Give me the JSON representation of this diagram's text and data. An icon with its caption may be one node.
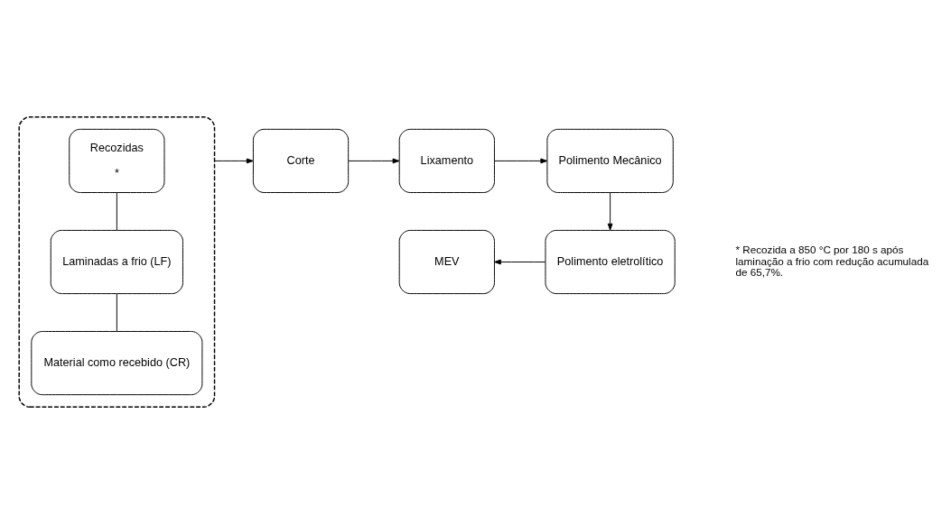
{
  "diagram": {
    "nodes": [
      {
        "text": [],
        "shape": "box"
      },
      {
        "text": [
          "Material como recebido (CR)"
        ],
        "in": 0
      },
      {
        "text": [
          "Laminadas a frio (LF)"
        ],
        "in": 0
      },
      {
        "text": [
          "Recozidas",
          "*"
        ],
        "in": 0
      },
      {
        "text": [
          "Corte"
        ]
      },
      {
        "text": [
          "Lixamento"
        ]
      },
      {
        "text": [
          "Polimento Mecânico"
        ]
      },
      {
        "text": [
          "MEV"
        ]
      },
      {
        "text": [
          "Polimento eletrolítico"
        ]
      }
    ],
    "edges": [
      {
        "from": 1,
        "to": 2,
        "arrow": "none"
      },
      {
        "from": 2,
        "to": 3,
        "arrow": "none"
      },
      {
        "from": 0,
        "to": 4,
        "arrow": "to"
      },
      {
        "from": 4,
        "to": 5,
        "arrow": "to"
      },
      {
        "from": 5,
        "to": 6,
        "arrow": "to"
      },
      {
        "from": 6,
        "to": 8,
        "arrow": "to"
      },
      {
        "from": 8,
        "to": 7,
        "arrow": "to"
      }
    ],
    "labels": [
      "* Recozida a 850 °C por 180 s após laminação a frio com redução acumulada de 65,7%."
    ]
  }
}
